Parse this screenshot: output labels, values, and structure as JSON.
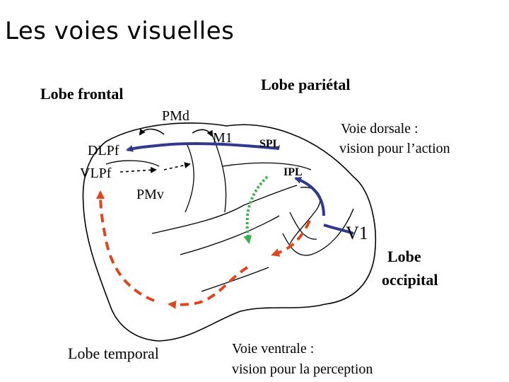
{
  "title": "Les voies visuelles",
  "colors": {
    "dorsal_stream": "#2f3a8f",
    "ventral_stream": "#e0451e",
    "green_path": "#33b34a",
    "outline": "#000000"
  },
  "lobes": {
    "frontal": "Lobe frontal",
    "parietal": "Lobe pariétal",
    "occipital_line1": "Lobe",
    "occipital_line2": "occipital",
    "temporal": "Lobe temporal"
  },
  "areas": {
    "pmd": "PMd",
    "m1": "M1",
    "dlpf": "DLPf",
    "vlpf": "VLPf",
    "pmv": "PMv",
    "spl": "SPL",
    "ipl": "IPL",
    "v1": "V1"
  },
  "pathways": {
    "dorsal_line1": "Voie dorsale :",
    "dorsal_line2": "vision pour l’action",
    "ventral_line1": "Voie ventrale :",
    "ventral_line2": "vision pour la perception"
  }
}
